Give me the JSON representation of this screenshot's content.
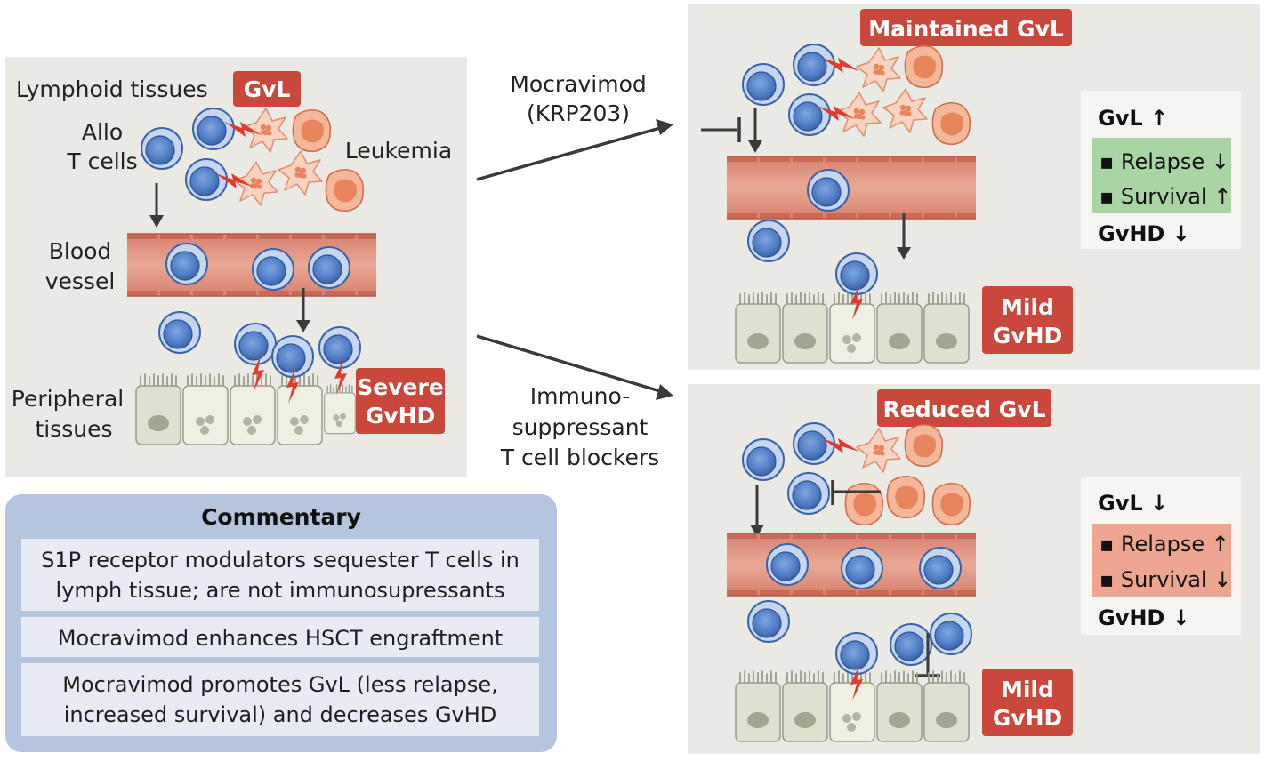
{
  "left_panel": {
    "lymphoid_label": "Lymphoid tissues",
    "gvl_tag": "GvL",
    "allo_line1": "Allo",
    "allo_line2": "T cells",
    "leukemia_label": "Leukemia",
    "blood_line1": "Blood",
    "blood_line2": "vessel",
    "peripheral_line1": "Peripheral",
    "peripheral_line2": "tissues",
    "severe_line1": "Severe",
    "severe_line2": "GvHD"
  },
  "middle": {
    "top_line1": "Mocravimod",
    "top_line2": "(KRP203)",
    "bottom_line1": "Immuno-",
    "bottom_line2": "suppressant",
    "bottom_line3": "T cell blockers"
  },
  "top_right": {
    "tag": "Maintained GvL",
    "mild_line1": "Mild",
    "mild_line2": "GvHD",
    "gvl": "GvL ↑",
    "relapse": "▪ Relapse ↓",
    "survival": "▪ Survival ↑",
    "gvhd": "GvHD ↓"
  },
  "bottom_right": {
    "tag": "Reduced GvL",
    "mild_line1": "Mild",
    "mild_line2": "GvHD",
    "gvl": "GvL ↓",
    "relapse": "▪ Relapse ↑",
    "survival": "▪ Survival ↓",
    "gvhd": "GvHD ↓"
  },
  "commentary": {
    "title": "Commentary",
    "item1_line1": "S1P receptor modulators sequester T cells in",
    "item1_line2": "lymph tissue; are not immunosupressants",
    "item2": "Mocravimod enhances HSCT engraftment",
    "item3_line1": "Mocravimod promotes GvL (less relapse,",
    "item3_line2": "increased survival) and decreases GvHD"
  },
  "colors": {
    "panel_bg": "#eae9e3",
    "tag_red": "#c9473b",
    "tcell_blue": "#4f7cc4",
    "leukemia_orange": "#e8855c",
    "vessel": "#e49b88",
    "good_green": "#a9d4a4",
    "bad_red": "#eda58f",
    "commentary_bg": "#b6c5de"
  }
}
